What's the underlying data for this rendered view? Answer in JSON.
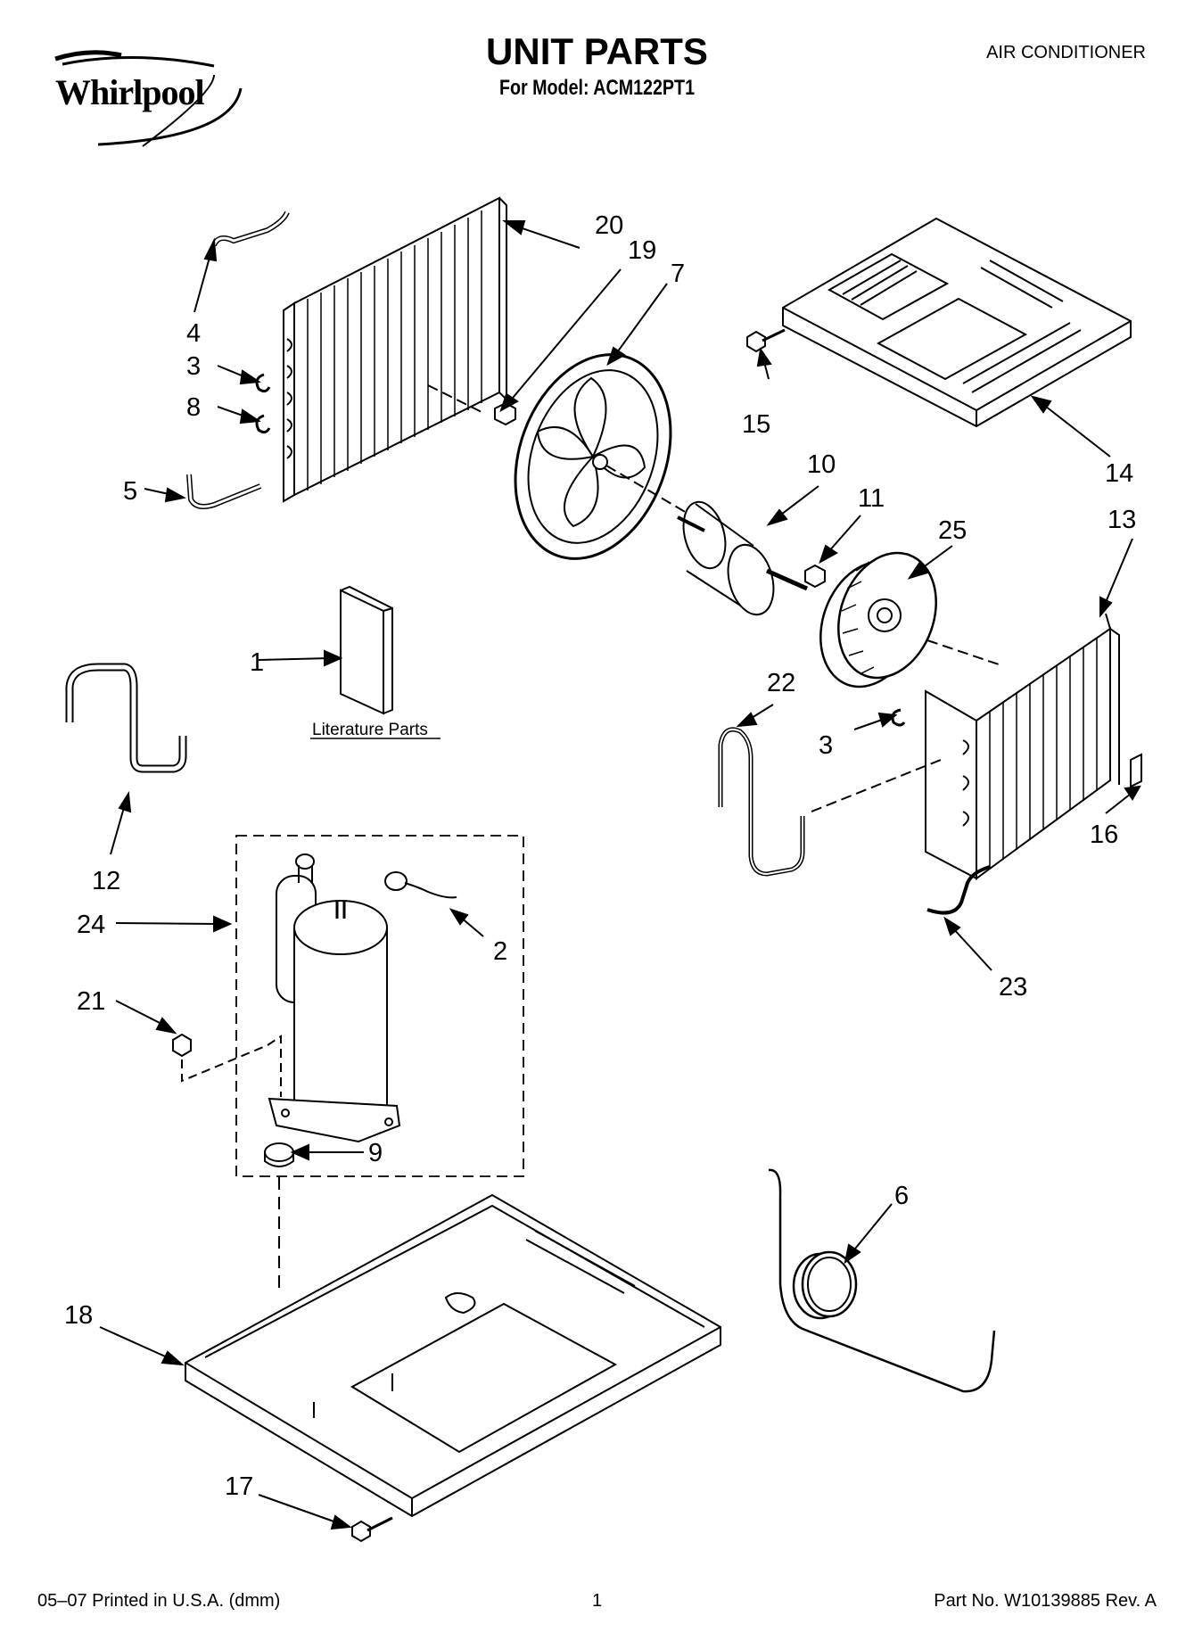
{
  "brand": {
    "name": "Whirlpool"
  },
  "header": {
    "title": "UNIT PARTS",
    "model_line": "For Model: ACM122PT1",
    "category": "AIR CONDITIONER"
  },
  "callouts": {
    "p1": "1",
    "p2": "2",
    "p3a": "3",
    "p3b": "3",
    "p4": "4",
    "p5": "5",
    "p6": "6",
    "p7": "7",
    "p8": "8",
    "p9": "9",
    "p10": "10",
    "p11": "11",
    "p12": "12",
    "p13": "13",
    "p14": "14",
    "p15": "15",
    "p16": "16",
    "p17": "17",
    "p18": "18",
    "p19": "19",
    "p20": "20",
    "p21": "21",
    "p22": "22",
    "p23": "23",
    "p24": "24",
    "p25": "25"
  },
  "literature_label": "Literature Parts",
  "footer": {
    "printed": "05–07 Printed in U.S.A. (dmm)",
    "page": "1",
    "part_no": "Part No. W10139885 Rev. A"
  }
}
